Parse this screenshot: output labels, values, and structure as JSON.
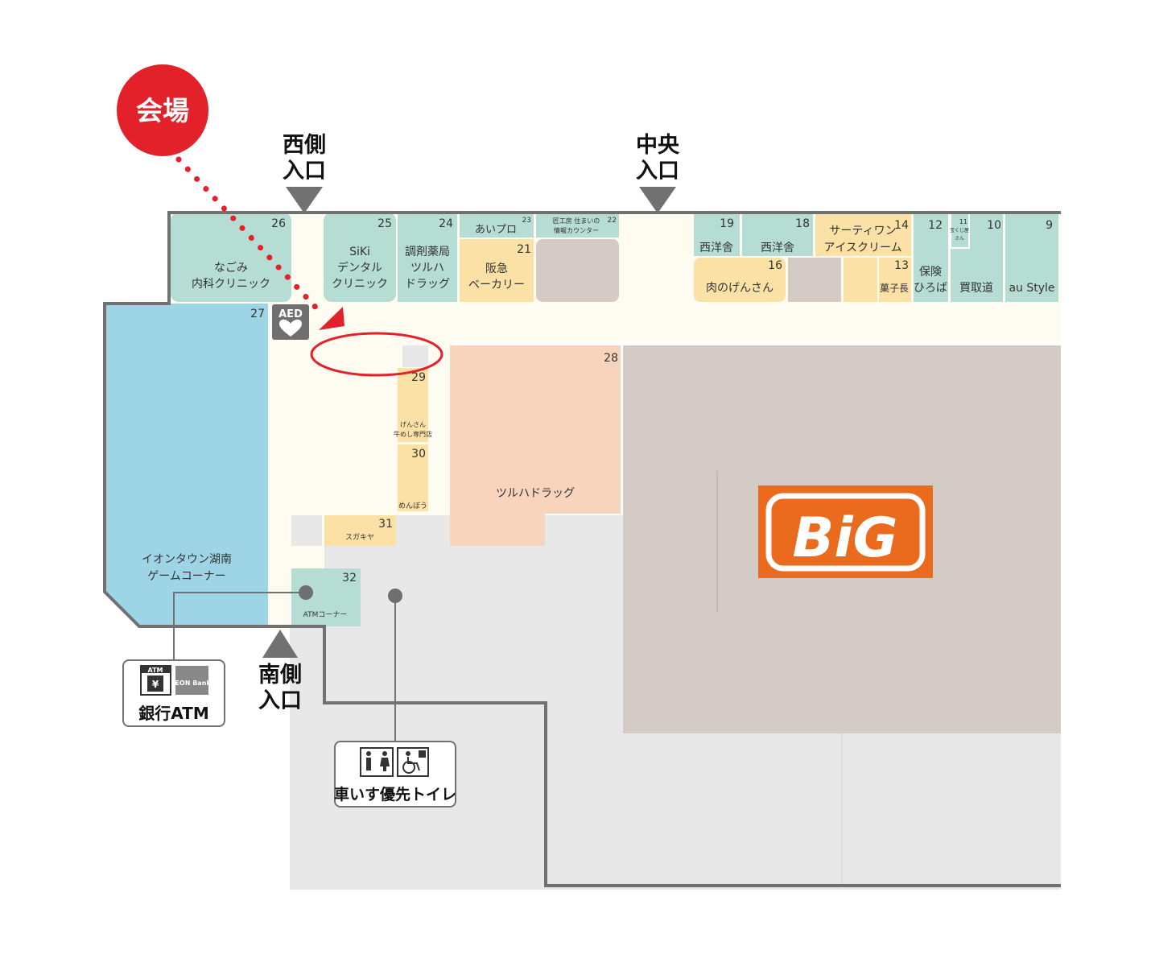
{
  "venue_badge": "会場",
  "entrances": {
    "west": [
      "西側",
      "入口"
    ],
    "center": [
      "中央",
      "入口"
    ],
    "south": [
      "南側",
      "入口"
    ]
  },
  "stores": {
    "s26": {
      "num": "26",
      "l1": "なごみ",
      "l2": "内科クリニック"
    },
    "s25": {
      "num": "25",
      "l1": "SiKi",
      "l2": "デンタル",
      "l3": "クリニック"
    },
    "s24": {
      "num": "24",
      "l1": "調剤薬局",
      "l2": "ツルハ",
      "l3": "ドラッグ"
    },
    "s23": {
      "num": "23",
      "l1": "あいプロ"
    },
    "s22": {
      "num": "22",
      "l1": "匠工房 住まいの",
      "l2": "情報カウンター"
    },
    "s21": {
      "num": "21",
      "l1": "阪急",
      "l2": "ベーカリー"
    },
    "s19": {
      "num": "19",
      "l1": "西洋舎"
    },
    "s18": {
      "num": "18",
      "l1": "西洋舎"
    },
    "s14": {
      "num": "14",
      "l1": "サーティワン",
      "l2": "アイスクリーム"
    },
    "s16": {
      "num": "16",
      "l1": "肉のげんさん"
    },
    "s13": {
      "num": "13",
      "l1": "菓子長"
    },
    "s12": {
      "num": "12",
      "l1": "保険",
      "l2": "ひろば"
    },
    "s11": {
      "num": "11",
      "l1": "宝くじ屋",
      "l2": "さん"
    },
    "s10": {
      "num": "10",
      "l1": "買取道"
    },
    "s9": {
      "num": "9",
      "l1": "au Style"
    },
    "s27": {
      "num": "27",
      "l1": "イオンタウン湖南",
      "l2": "ゲームコーナー"
    },
    "s28": {
      "num": "28",
      "l1": "ツルハドラッグ"
    },
    "s29": {
      "num": "29",
      "l1": "げんさん",
      "l2": "牛めし専門店"
    },
    "s30": {
      "num": "30",
      "l1": "めんぼう"
    },
    "s31": {
      "num": "31",
      "l1": "スガキヤ"
    },
    "s32": {
      "num": "32",
      "l1": "ATMコーナー"
    }
  },
  "aed_label": "AED",
  "anchor_logo": "BiG",
  "atm_callout": {
    "icon_label": "ATM",
    "bank_label": "ÆON Bank",
    "title": "銀行ATM",
    "icon": "atm-icon"
  },
  "toilet_callout": {
    "title": "車いす優先トイレ",
    "icon": "restroom-icon"
  },
  "colors": {
    "accent_red": "#e3212b",
    "clinic_teal": "#b5ddd3",
    "food_yellow": "#fbe1a5",
    "game_blue": "#9dd5e6",
    "drug_peach": "#f8d4bd",
    "big_orange": "#ea6a1e",
    "corridor": "#fefbf0",
    "outline": "#727171"
  }
}
